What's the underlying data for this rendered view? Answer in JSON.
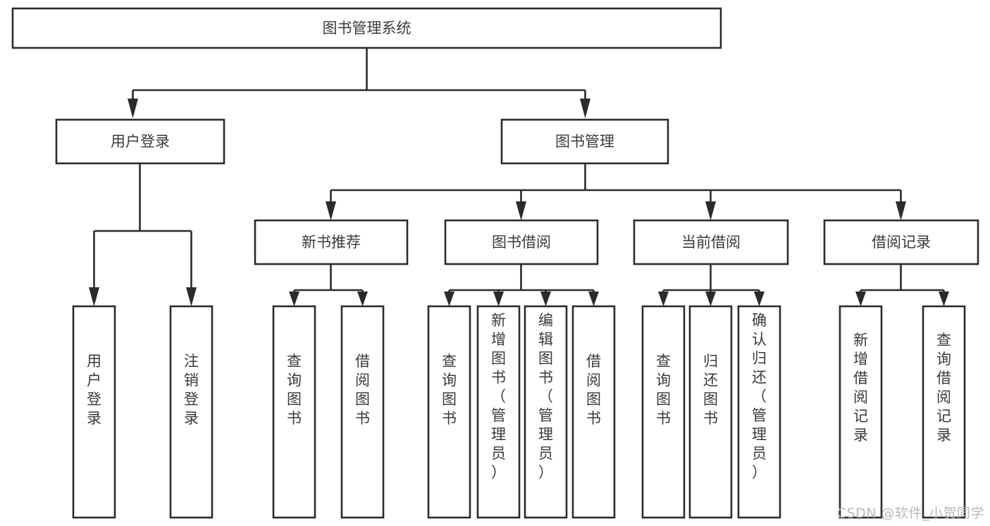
{
  "diagram": {
    "title": "图书管理系统",
    "type": "tree-hierarchy-diagram",
    "watermark": "CSDN @软件_小贺同学",
    "root": {
      "label": "图书管理系统",
      "id": "root"
    },
    "level2": [
      {
        "id": "user-login",
        "label": "用户登录"
      },
      {
        "id": "book-manage",
        "label": "图书管理"
      }
    ],
    "level3": [
      {
        "id": "new-book-recommend",
        "label": "新书推荐",
        "parent": "book-manage"
      },
      {
        "id": "book-borrow",
        "label": "图书借阅",
        "parent": "book-manage"
      },
      {
        "id": "current-borrow",
        "label": "当前借阅",
        "parent": "book-manage"
      },
      {
        "id": "borrow-record",
        "label": "借阅记录",
        "parent": "book-manage"
      }
    ],
    "leaves": [
      {
        "id": "leaf-user-login",
        "label": "用户登录",
        "parent": "user-login"
      },
      {
        "id": "leaf-user-logout",
        "label": "注销登录",
        "parent": "user-login"
      },
      {
        "id": "leaf-query-book-1",
        "label": "查询图书",
        "parent": "new-book-recommend"
      },
      {
        "id": "leaf-borrow-book-1",
        "label": "借阅图书",
        "parent": "new-book-recommend"
      },
      {
        "id": "leaf-query-book-2",
        "label": "查询图书",
        "parent": "book-borrow"
      },
      {
        "id": "leaf-add-book",
        "label": "新增图书（管理员）",
        "parent": "book-borrow"
      },
      {
        "id": "leaf-edit-book",
        "label": "编辑图书（管理员）",
        "parent": "book-borrow"
      },
      {
        "id": "leaf-borrow-book-2",
        "label": "借阅图书",
        "parent": "book-borrow"
      },
      {
        "id": "leaf-query-book-3",
        "label": "查询图书",
        "parent": "current-borrow"
      },
      {
        "id": "leaf-return-book",
        "label": "归还图书",
        "parent": "current-borrow"
      },
      {
        "id": "leaf-confirm-return",
        "label": "确认归还（管理员）",
        "parent": "current-borrow"
      },
      {
        "id": "leaf-add-borrow-record",
        "label": "新增借阅记录",
        "parent": "borrow-record"
      },
      {
        "id": "leaf-query-borrow-record",
        "label": "查询借阅记录",
        "parent": "borrow-record"
      }
    ],
    "colors": {
      "stroke": "#2b2b2b",
      "fill": "#ffffff",
      "text": "#3a3a3a",
      "watermark": "#b9b9b9"
    }
  }
}
